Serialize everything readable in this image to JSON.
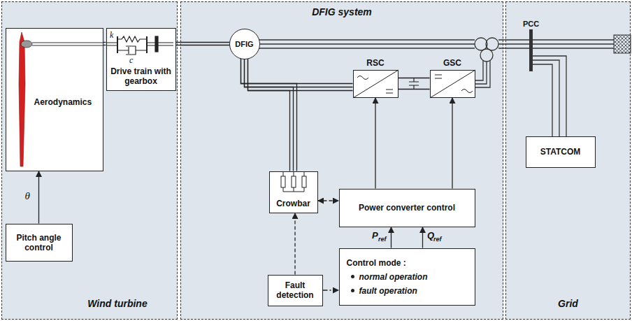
{
  "diagram": {
    "nodes": [
      {
        "text": [
          "Wind turbine"
        ]
      },
      {
        "text": [
          "Aerodynamics"
        ],
        "in": 0
      },
      {
        "text": [
          "Drive train with gearbox"
        ],
        "in": 0
      },
      {
        "text": [
          "Pitch angle control"
        ],
        "in": 0
      },
      {
        "text": [
          "DFIG system"
        ]
      },
      {
        "text": [
          "DFIG"
        ],
        "in": 4
      },
      {
        "text": [
          "RSC"
        ],
        "in": 4
      },
      {
        "text": [
          "GSC"
        ],
        "in": 4
      },
      {
        "text": [
          "Crowbar"
        ],
        "in": 4
      },
      {
        "text": [
          "Power converter control"
        ],
        "in": 4
      },
      {
        "text": [
          "Fault detection"
        ],
        "in": 4
      },
      {
        "text": [
          "Control mode :",
          "normal operation",
          "fault operation"
        ],
        "in": 4
      },
      {
        "text": [
          "Grid"
        ]
      },
      {
        "text": [
          "STATCOM"
        ],
        "in": 12
      }
    ],
    "edges": [
      {
        "from": 3,
        "to": 1,
        "arrow": "to",
        "label": "θ"
      },
      {
        "from": 1,
        "to": 2,
        "arrow": "none"
      },
      {
        "from": 2,
        "to": 5,
        "arrow": "none"
      },
      {
        "from": 5,
        "to": 6,
        "arrow": "none"
      },
      {
        "from": 5,
        "to": 8,
        "arrow": "none"
      },
      {
        "from": 6,
        "to": 7,
        "arrow": "none"
      },
      {
        "from": 9,
        "to": 6,
        "arrow": "to"
      },
      {
        "from": 9,
        "to": 7,
        "arrow": "to"
      },
      {
        "from": 11,
        "to": 9,
        "arrow": "to"
      },
      {
        "from": 11,
        "to": 9,
        "arrow": "to"
      },
      {
        "from": 10,
        "to": 8,
        "arrow": "to"
      },
      {
        "from": 10,
        "to": 11,
        "arrow": "to"
      },
      {
        "from": 8,
        "to": 9,
        "arrow": "both"
      }
    ],
    "labels": [
      "k",
      "c",
      "PCC",
      "P",
      "ref",
      "Q",
      "ref"
    ]
  }
}
